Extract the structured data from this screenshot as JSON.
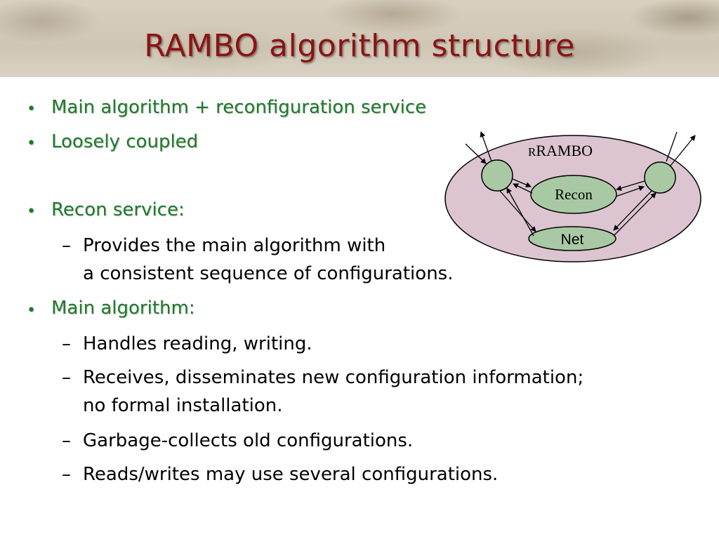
{
  "title": "RAMBO algorithm structure",
  "bullets": {
    "b1": "Main algorithm + reconfiguration service",
    "b2": "Loosely coupled",
    "b3": "Recon service:",
    "b3_sub1_line1": "Provides the main algorithm with",
    "b3_sub1_line2": "a consistent sequence of configurations.",
    "b4": "Main algorithm:",
    "b4_sub1": "Handles reading, writing.",
    "b4_sub2_line1": "Receives, disseminates new configuration information;",
    "b4_sub2_line2": "no formal installation.",
    "b4_sub3": "Garbage-collects old configurations.",
    "b4_sub4": "Reads/writes may use several configurations."
  },
  "symbols": {
    "bullet": "•",
    "dash": "–"
  },
  "diagram": {
    "outer_label_prefix": "R",
    "outer_label": "RAMBO",
    "recon_label": "Recon",
    "net_label": "Net"
  },
  "colors": {
    "title": "#8b1414",
    "bullet_text": "#1f7a2a",
    "outer_ellipse": "#dcc4d0",
    "node_fill": "#a8c9a4"
  }
}
